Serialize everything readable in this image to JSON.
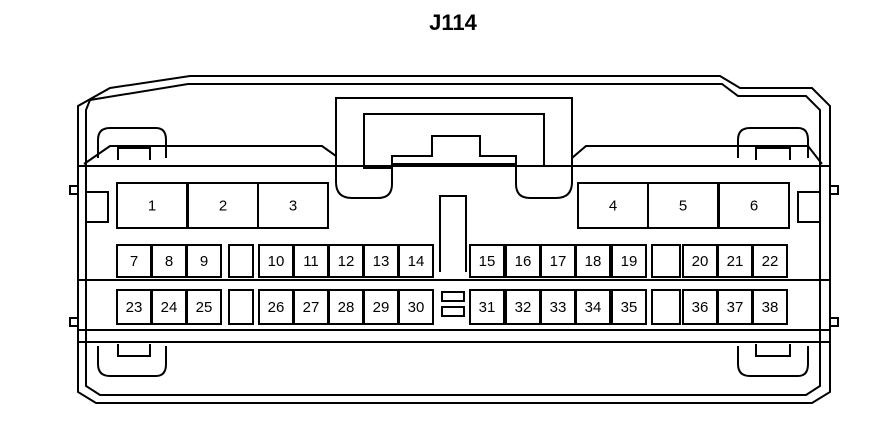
{
  "connector": {
    "name": "J114",
    "large_pins": [
      "1",
      "2",
      "3",
      "4",
      "5",
      "6"
    ],
    "row_top": [
      "7",
      "8",
      "9",
      "10",
      "11",
      "12",
      "13",
      "14",
      "15",
      "16",
      "17",
      "18",
      "19",
      "20",
      "21",
      "22"
    ],
    "row_bottom": [
      "23",
      "24",
      "25",
      "26",
      "27",
      "28",
      "29",
      "30",
      "31",
      "32",
      "33",
      "34",
      "35",
      "36",
      "37",
      "38"
    ]
  },
  "colors": {
    "line": "#000000",
    "background": "#ffffff"
  }
}
